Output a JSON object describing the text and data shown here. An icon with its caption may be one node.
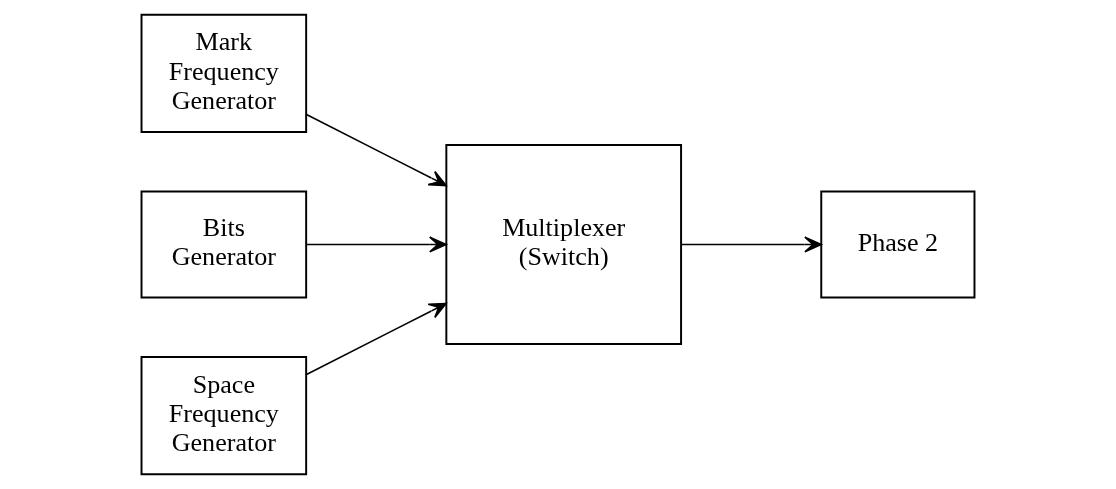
{
  "diagram": {
    "nodes": [
      {
        "text": [
          "Mark Frequency Generator"
        ]
      },
      {
        "text": [
          "Bits Generator"
        ]
      },
      {
        "text": [
          "Multiplexer (Switch)"
        ]
      },
      {
        "text": [
          "Phase 2"
        ]
      },
      {
        "text": [
          "Space Frequency Generator"
        ]
      }
    ],
    "edges": [
      {
        "from": 0,
        "to": 2,
        "arrow": "to"
      },
      {
        "from": 1,
        "to": 2,
        "arrow": "to"
      },
      {
        "from": 2,
        "to": 3,
        "arrow": "to"
      },
      {
        "from": 4,
        "to": 2,
        "arrow": "to"
      }
    ]
  }
}
